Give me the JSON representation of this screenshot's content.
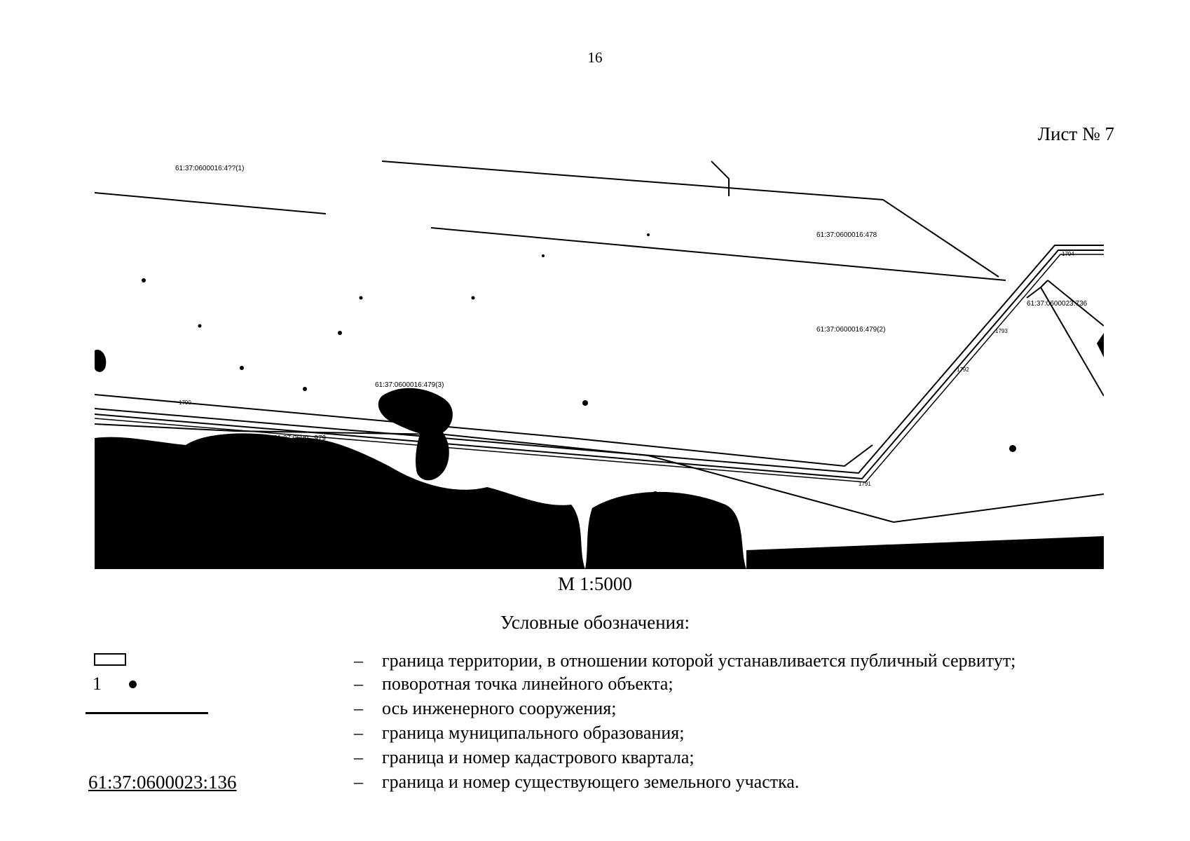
{
  "page_number": "16",
  "sheet_label": "Лист № 7",
  "map": {
    "labels": {
      "parcel_top_left": "61:37:0600016:4??(1)",
      "parcel_top_right": "61:37:0600016:478",
      "parcel_middle": "61:37:0600016:479(2)",
      "parcel_right": "61:37:0600023:736",
      "parcel_lower_left": "61:37:0600016:479(3)",
      "parcel_bottom": "61:37:0600..:979"
    },
    "point_labels": [
      "1790",
      "1791",
      "1792",
      "1793",
      "1794"
    ],
    "colors": {
      "ink": "#000000",
      "paper": "#ffffff"
    }
  },
  "scale": "М 1:5000",
  "legend": {
    "title": "Условные обозначения:",
    "items": [
      {
        "symbol": "rectangle",
        "dash": "–",
        "text": "граница территории, в отношении которой устанавливается публичный сервитут;"
      },
      {
        "symbol": "point",
        "symbol_label": "1",
        "dash": "–",
        "text": "поворотная точка линейного объекта;"
      },
      {
        "symbol": "line",
        "dash": "–",
        "text": "ось инженерного сооружения;"
      },
      {
        "symbol": "none",
        "dash": "–",
        "text": "граница муниципального образования;"
      },
      {
        "symbol": "none",
        "dash": "–",
        "text": "граница и номер кадастрового квартала;"
      },
      {
        "symbol": "cadastral",
        "symbol_label": "61:37:0600023:136",
        "dash": "–",
        "text": "граница и номер существующего земельного участка."
      }
    ]
  }
}
